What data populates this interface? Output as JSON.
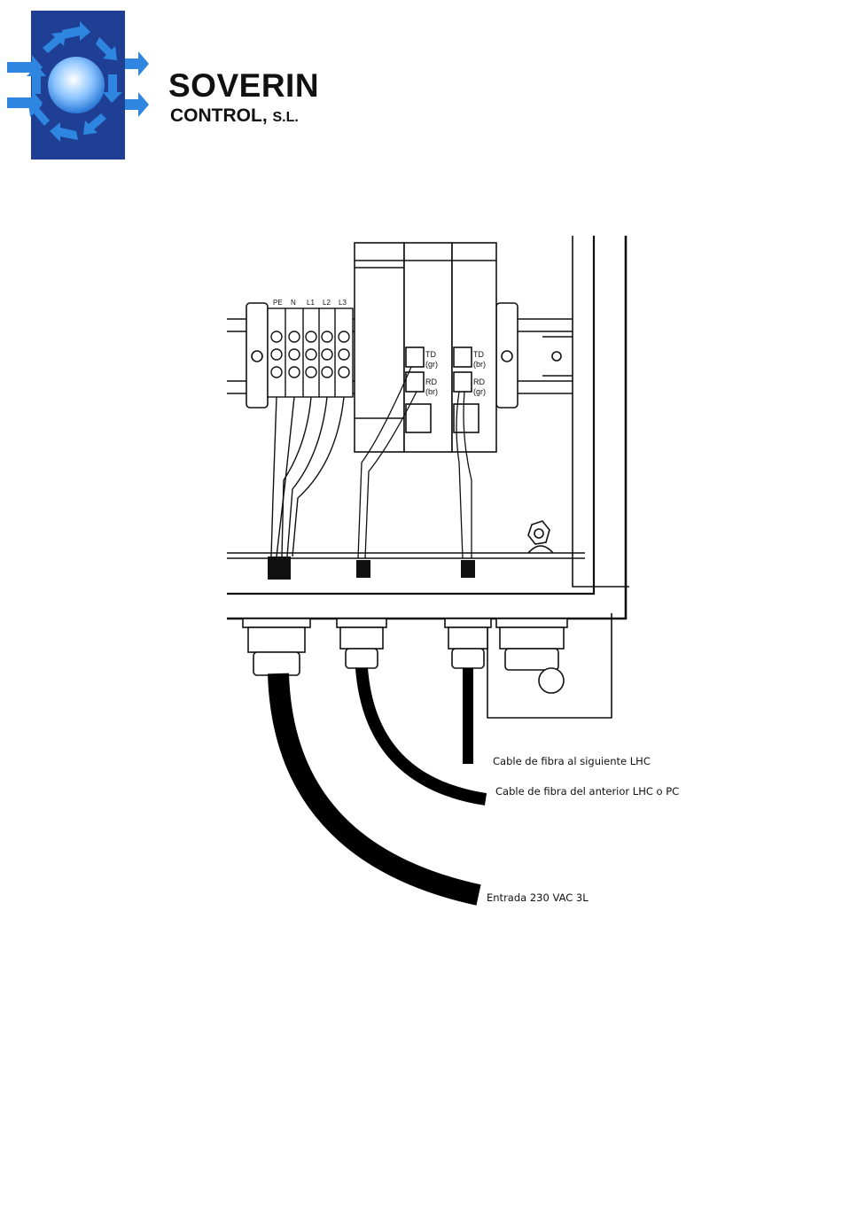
{
  "brand": {
    "name": "SOVERIN",
    "subtitle": "CONTROL,",
    "suffix": "S.L.",
    "colors": {
      "logo_bg": "#1f3f95",
      "arrow": "#2f86e0",
      "sphere": "#9fd0ff"
    }
  },
  "diagram": {
    "module_1": {
      "td": "TD",
      "td_color": "(gr)",
      "rd": "RD",
      "rd_color": "(br)"
    },
    "module_2": {
      "td": "TD",
      "td_color": "(br)",
      "rd": "RD",
      "rd_color": "(gr)"
    },
    "terminals": [
      "PE",
      "N",
      "L1",
      "L2",
      "L3"
    ]
  },
  "callouts": {
    "fiber_next": "Cable de fibra al siguiente LHC",
    "fiber_prev": "Cable de fibra del anterior LHC o PC",
    "power_in": "Entrada 230 VAC 3L"
  }
}
